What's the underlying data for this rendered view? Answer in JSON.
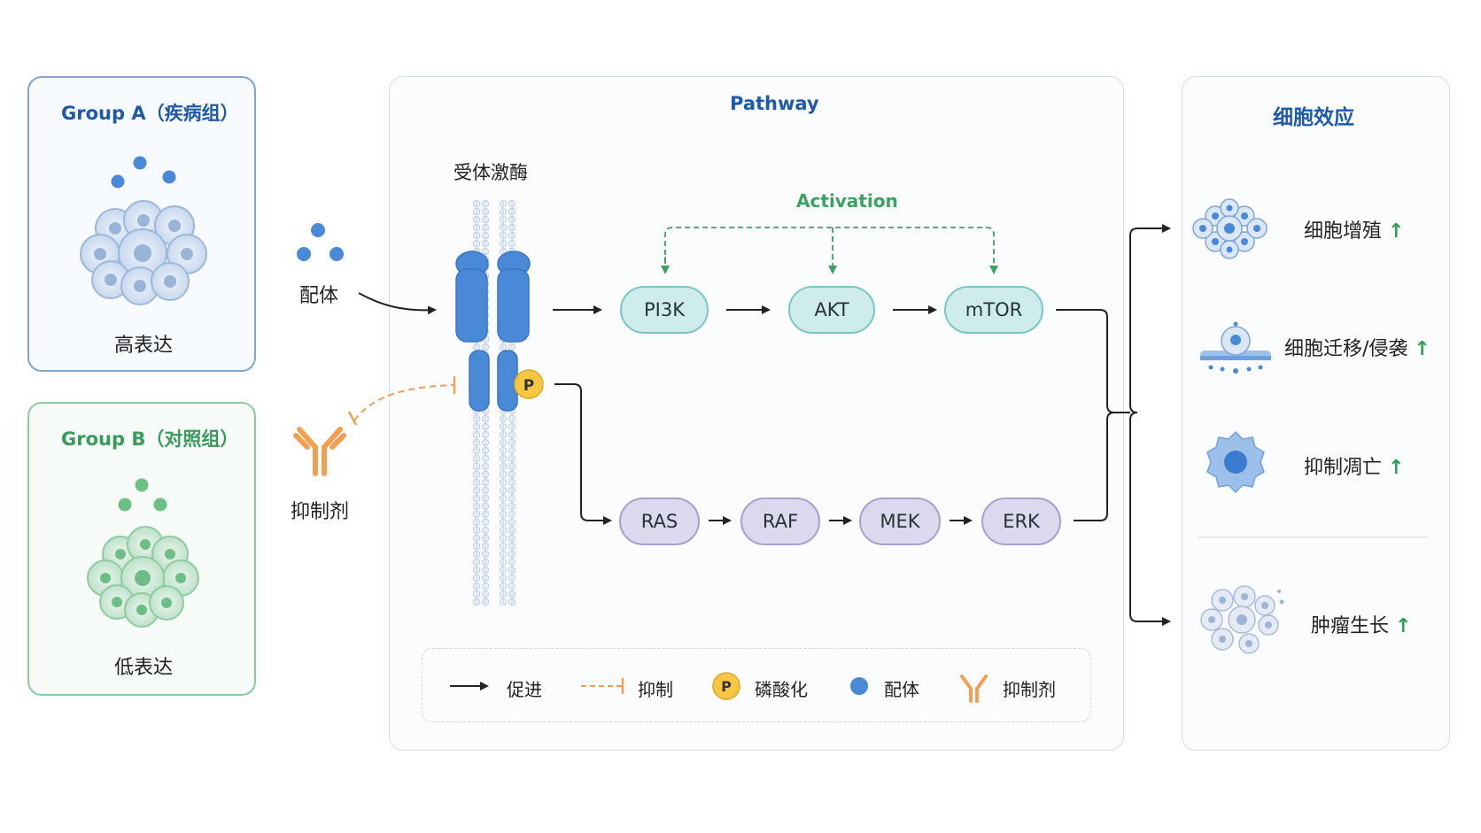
{
  "groups": {
    "a": {
      "title": "Group A（疾病组）",
      "label": "高表达"
    },
    "b": {
      "title": "Group B（对照组）",
      "label": "低表达"
    }
  },
  "left": {
    "ligand_label": "配体",
    "inhibitor_label": "抑制剂"
  },
  "pathway": {
    "title": "Pathway",
    "receptor_label": "受体激酶",
    "activation_label": "Activation",
    "phospho_badge": "P",
    "top_nodes": [
      "PI3K",
      "AKT",
      "mTOR"
    ],
    "bottom_nodes": [
      "RAS",
      "RAF",
      "MEK",
      "ERK"
    ]
  },
  "legend": {
    "promote": "促进",
    "inhibit": "抑制",
    "phospho": "磷酸化",
    "phospho_badge": "P",
    "ligand": "配体",
    "inhibitor": "抑制剂"
  },
  "effects": {
    "title": "细胞效应",
    "items": [
      "细胞增殖",
      "细胞迁移/侵袭",
      "抑制凋亡",
      "肿瘤生长"
    ],
    "arrow": "↑"
  },
  "colors": {
    "blue_accent": "#1e5aa8",
    "green_accent": "#3a9a5b",
    "orange_inhibit": "#f0a050",
    "receptor_blue": "#4a88d8",
    "teal_node": "#cdeceb",
    "purple_node": "#dcd8ee",
    "up_arrow": "#2f9e55"
  }
}
